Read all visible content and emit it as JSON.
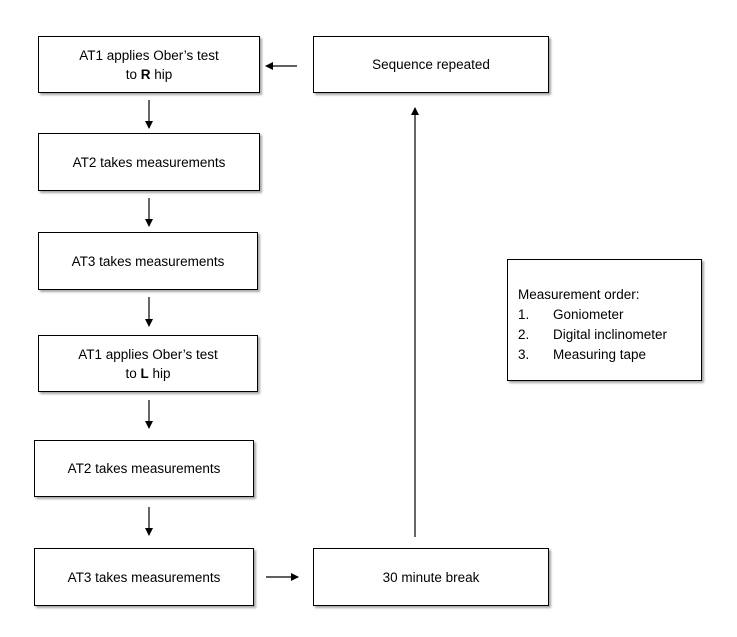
{
  "steps": {
    "s1": {
      "before": "AT1 applies Ober’s test",
      "line2_prefix": "to ",
      "bold": "R",
      "after": " hip"
    },
    "s2": "AT2 takes measurements",
    "s3": "AT3 takes measurements",
    "s4": {
      "before": "AT1 applies Ober’s test",
      "line2_prefix": "to ",
      "bold": "L",
      "after": " hip"
    },
    "s5": "AT2 takes measurements",
    "s6": "AT3 takes measurements",
    "break": "30 minute break",
    "repeat": "Sequence repeated"
  },
  "legend": {
    "title": "Measurement order:",
    "items": [
      {
        "num": "1.",
        "label": "Goniometer"
      },
      {
        "num": "2.",
        "label": "Digital inclinometer"
      },
      {
        "num": "3.",
        "label": "Measuring tape"
      }
    ]
  }
}
